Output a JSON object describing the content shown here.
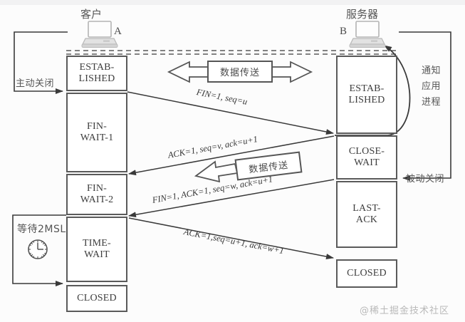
{
  "diagram": {
    "title_client": "客户",
    "title_server": "服务器",
    "letter_client": "A",
    "letter_server": "B"
  },
  "client": {
    "states": [
      {
        "name": "established",
        "lines": [
          "ESTAB-",
          "LISHED"
        ]
      },
      {
        "name": "fin-wait-1",
        "lines": [
          "FIN-",
          "WAIT-1"
        ]
      },
      {
        "name": "fin-wait-2",
        "lines": [
          "FIN-",
          "WAIT-2"
        ]
      },
      {
        "name": "time-wait",
        "lines": [
          "TIME-",
          "WAIT"
        ]
      },
      {
        "name": "closed",
        "lines": [
          "CLOSED"
        ]
      }
    ]
  },
  "server": {
    "states": [
      {
        "name": "established",
        "lines": [
          "ESTAB-",
          "LISHED"
        ]
      },
      {
        "name": "close-wait",
        "lines": [
          "CLOSE-",
          "WAIT"
        ]
      },
      {
        "name": "last-ack",
        "lines": [
          "LAST-",
          "ACK"
        ]
      },
      {
        "name": "closed",
        "lines": [
          "CLOSED"
        ]
      }
    ]
  },
  "annotations": {
    "active_close": "主动关闭",
    "passive_close": "被动关闭",
    "notify_app": [
      "通知",
      "应用",
      "进程"
    ],
    "wait_2msl": "等待2MSL"
  },
  "data_transfer": {
    "top_label": "数据传送",
    "mid_label": "数据传送"
  },
  "messages": [
    {
      "id": "fin-1",
      "text": "FIN=1, seq=u"
    },
    {
      "id": "ack-1",
      "text": "ACK=1, seq=v, ack=u+1"
    },
    {
      "id": "fin-2",
      "text": "FIN=1, ACK=1, seq=w, ack=u+1"
    },
    {
      "id": "ack-2",
      "text": "ACK=1,seq=u+1, ack=w+1"
    }
  ],
  "watermark": "@稀土掘金技术社区",
  "colors": {
    "background": "#fcfcfc",
    "box_border": "#5a5a5a",
    "line": "#3a3a3a",
    "text": "#3d3d3d",
    "watermark": "#b9b9b9"
  }
}
